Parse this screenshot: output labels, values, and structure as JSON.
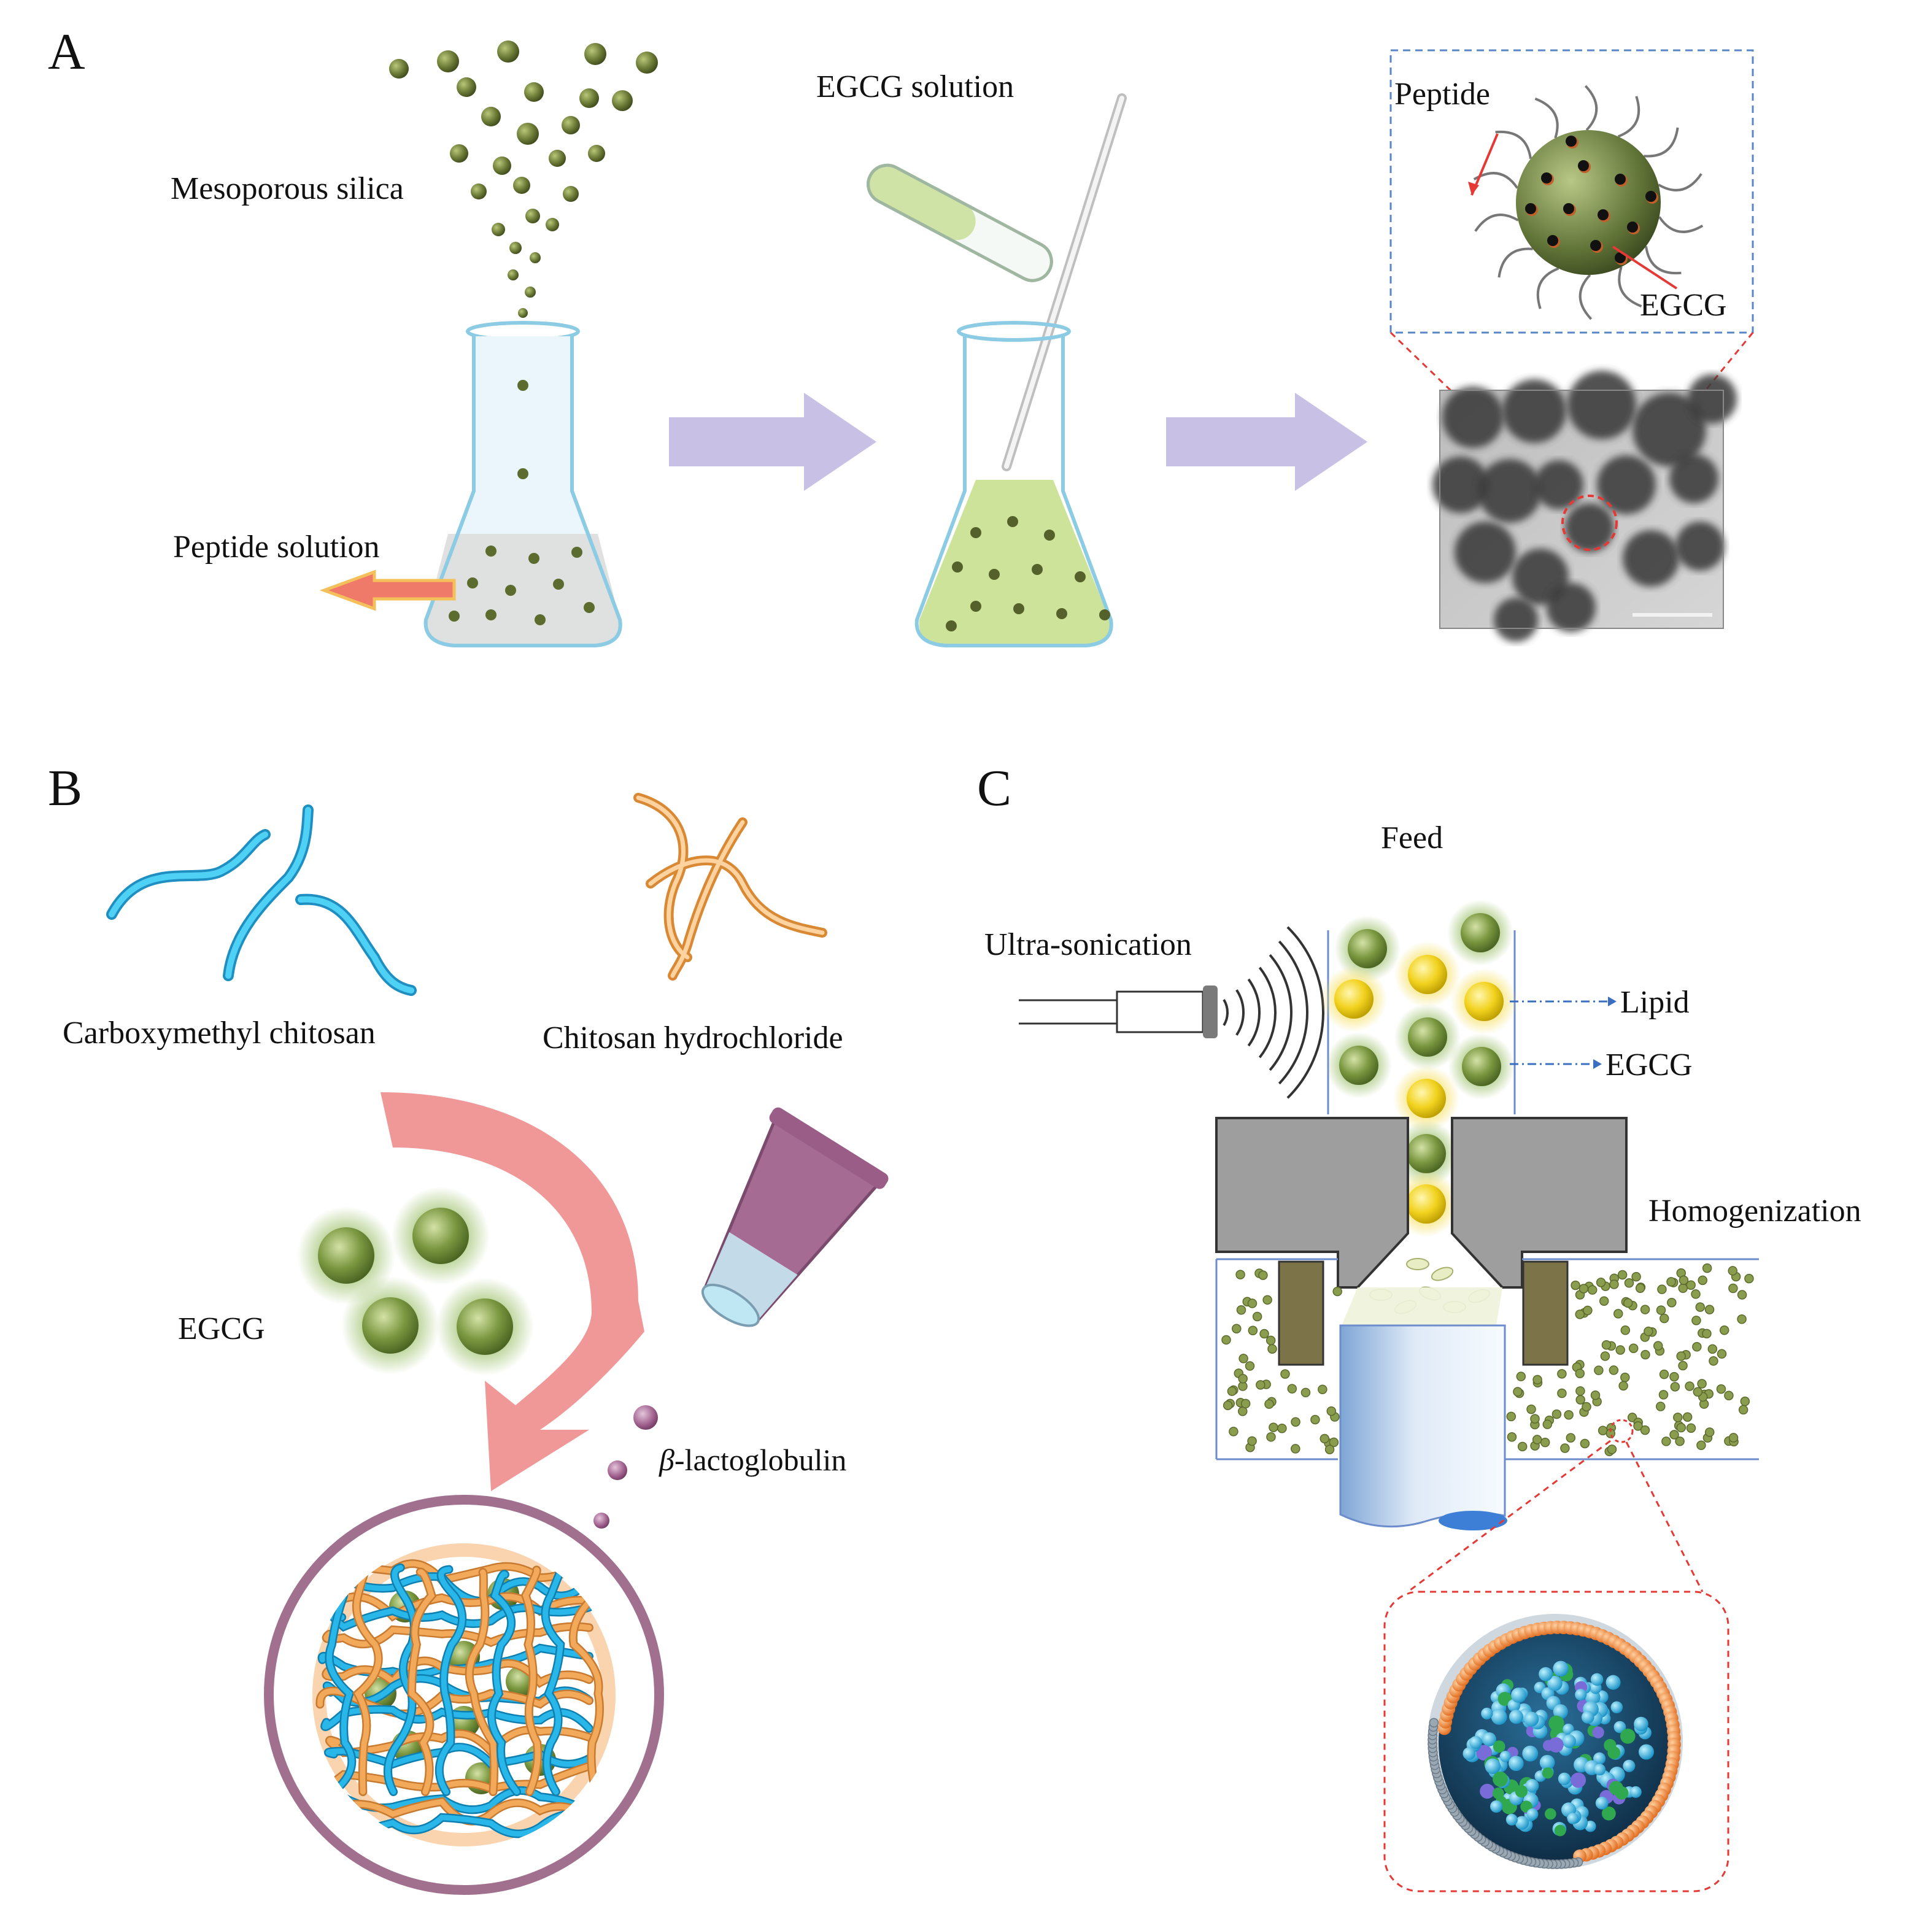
{
  "panels": {
    "a": {
      "letter": "A",
      "mesoporous_silica": "Mesoporous silica",
      "peptide_solution": "Peptide solution",
      "egcg_solution": "EGCG solution",
      "inset_peptide": "Peptide",
      "inset_egcg": "EGCG"
    },
    "b": {
      "letter": "B",
      "carboxymethyl_chitosan": "Carboxymethyl chitosan",
      "chitosan_hydrochloride": "Chitosan hydrochloride",
      "egcg": "EGCG",
      "beta_symbol": "β",
      "lactoglobulin": "-lactoglobulin"
    },
    "c": {
      "letter": "C",
      "feed": "Feed",
      "ultra_sonication": "Ultra-sonication",
      "lipid": "Lipid",
      "egcg": "EGCG",
      "homogenization": "Homogenization"
    }
  },
  "colors": {
    "silica_particle": "#5c6b2e",
    "arrow_lavender": "#c9c0e6",
    "flask_glass": "#bfe3f2",
    "green_solution": "#cde39a",
    "lipid_yellow": "#f0d020",
    "egcg_green": "#6a8a3a",
    "cmc_blue": "#29b6e8",
    "chitosan_orange": "#f2a95a",
    "pink_arrow": "#f08a8a",
    "capsule_ring": "#a0708e",
    "homogenizer_gray": "#9e9e9e",
    "red_dash": "#e53935"
  }
}
